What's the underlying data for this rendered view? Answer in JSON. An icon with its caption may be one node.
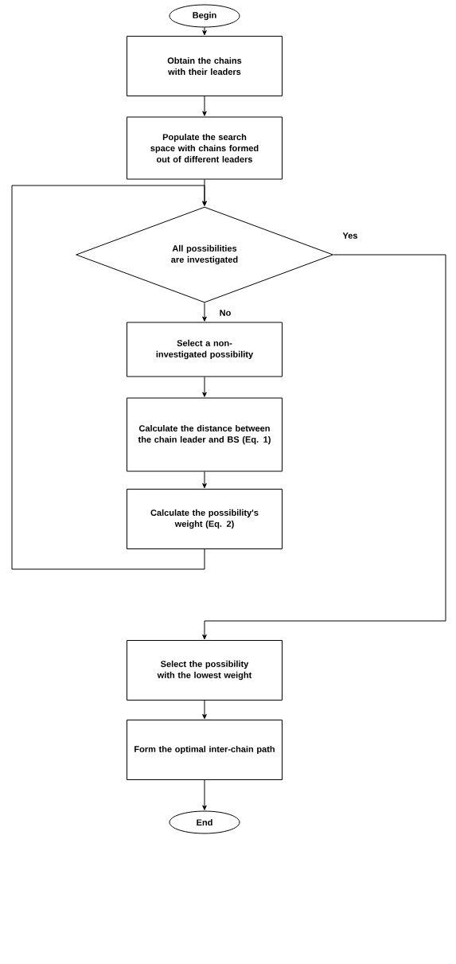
{
  "diagram": {
    "nodes": [
      {
        "text": [
          "Begin"
        ]
      },
      {
        "text": [
          "Obtain the chains with their leaders"
        ]
      },
      {
        "text": [
          "Populate the search space with chains formed out of different leaders"
        ]
      },
      {
        "text": [
          "All possibilities are investigated"
        ]
      },
      {
        "text": [
          "Select a non-investigated possibility"
        ]
      },
      {
        "text": [
          "Calculate the distance between the chain leader and BS (Eq. 1)"
        ]
      },
      {
        "text": [
          "Calculate the possibility's weight (Eq. 2)"
        ]
      },
      {
        "text": [
          "Select the possibility with the lowest weight"
        ]
      },
      {
        "text": [
          "Form the optimal inter-chain path"
        ]
      },
      {
        "text": [
          "End"
        ]
      }
    ],
    "edges": [
      {
        "from": 0,
        "to": 1,
        "arrow": "to"
      },
      {
        "from": 1,
        "to": 2,
        "arrow": "to"
      },
      {
        "from": 2,
        "to": 3,
        "arrow": "to"
      },
      {
        "from": 3,
        "to": 4,
        "arrow": "to",
        "label": "No"
      },
      {
        "from": 4,
        "to": 5,
        "arrow": "to"
      },
      {
        "from": 5,
        "to": 6,
        "arrow": "to"
      },
      {
        "from": 6,
        "to": 3,
        "arrow": "to"
      },
      {
        "from": 3,
        "to": 7,
        "arrow": "to",
        "label": "Yes"
      },
      {
        "from": 7,
        "to": 8,
        "arrow": "to"
      },
      {
        "from": 8,
        "to": 9,
        "arrow": "to"
      }
    ]
  }
}
